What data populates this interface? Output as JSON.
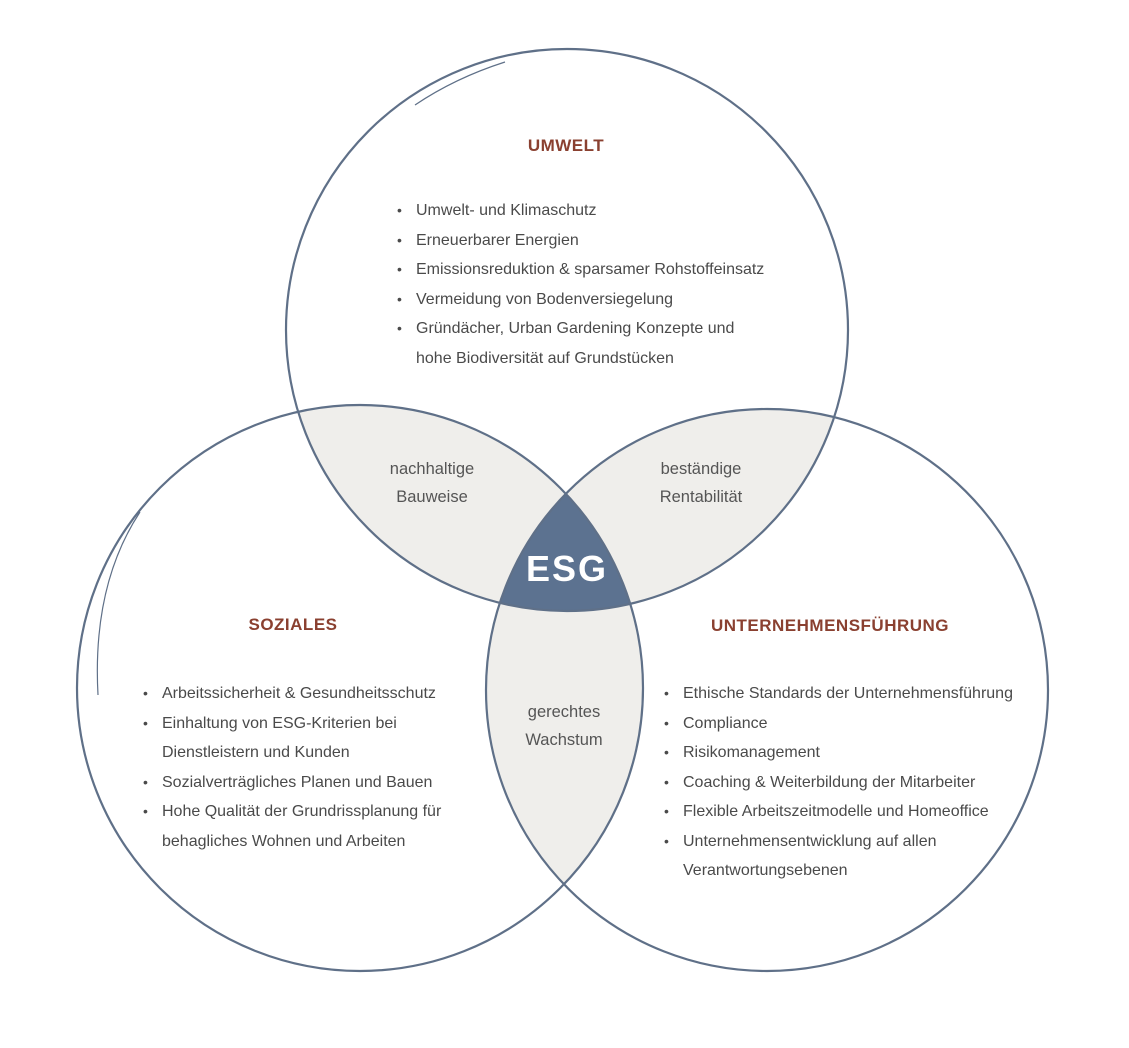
{
  "colors": {
    "circle_stroke": "#5f7088",
    "overlap_fill": "#efeeeb",
    "center_fill": "#5c7290",
    "heading": "#8a4030",
    "text": "#4a4a4a"
  },
  "center": {
    "label": "ESG"
  },
  "circles": [
    {
      "id": "umwelt",
      "title": "UMWELT",
      "items": [
        "Umwelt- und Klimaschutz",
        "Erneuerbarer Energien",
        "Emissionsreduktion & sparsamer Rohstoffeinsatz",
        "Vermeidung von Bodenversiegelung",
        "Gründächer, Urban Gardening Konzepte und\nhohe Biodiversität auf Grundstücken"
      ]
    },
    {
      "id": "soziales",
      "title": "SOZIALES",
      "items": [
        "Arbeitssicherheit & Gesundheitsschutz",
        "Einhaltung von ESG-Kriterien bei\nDienstleistern und Kunden",
        "Sozialverträgliches Planen und Bauen",
        "Hohe Qualität der Grundrissplanung für\nbehagliches Wohnen und Arbeiten"
      ]
    },
    {
      "id": "unternehmensfuehrung",
      "title": "UNTERNEHMENSFÜHRUNG",
      "items": [
        "Ethische Standards der Unternehmensführung",
        "Compliance",
        "Risikomanagement",
        "Coaching & Weiterbildung der Mitarbeiter",
        "Flexible Arbeitszeitmodelle und Homeoffice",
        "Unternehmensentwicklung auf allen\nVerantwortungsebenen"
      ]
    }
  ],
  "overlaps": {
    "umwelt_soziales": "nachhaltige\nBauweise",
    "umwelt_unternehmensfuehrung": "beständige\nRentabilität",
    "soziales_unternehmensfuehrung": "gerechtes\nWachstum"
  }
}
